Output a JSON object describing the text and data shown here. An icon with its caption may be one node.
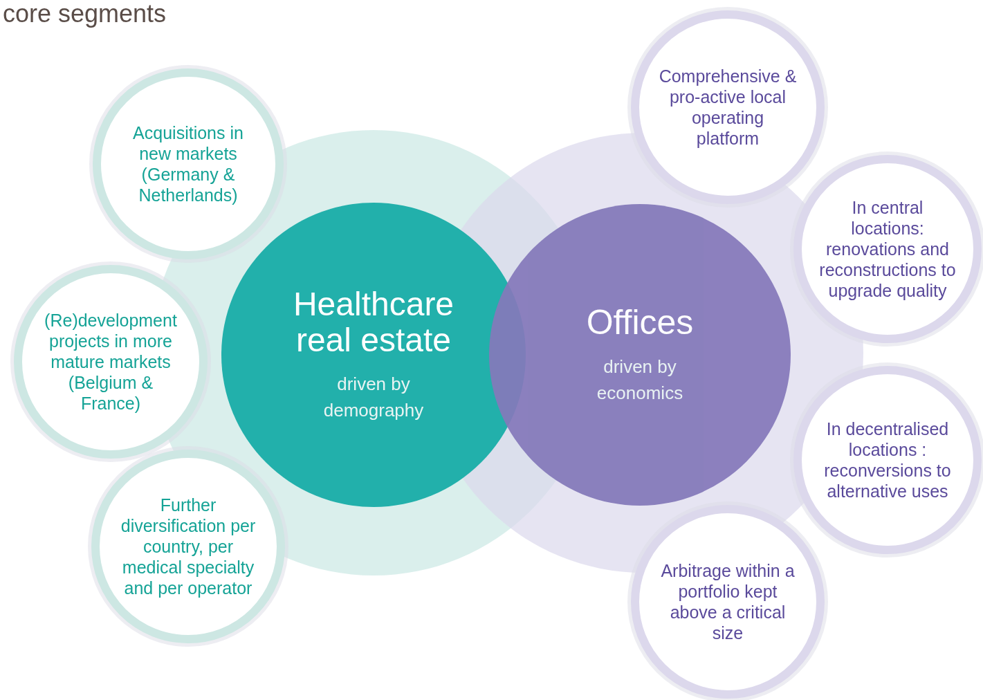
{
  "diagram": {
    "title": "core segments",
    "nodes": [
      {
        "text": [
          "Healthcare real estate",
          "driven by demography"
        ]
      },
      {
        "text": [
          "Offices",
          "driven by economics"
        ]
      },
      {
        "text": [
          "Acquisitions in new markets (Germany & Netherlands)"
        ]
      },
      {
        "text": [
          "(Re)development projects in more mature markets (Belgium & France)"
        ]
      },
      {
        "text": [
          "Further diversification per country, per medical specialty and per operator"
        ]
      },
      {
        "text": [
          "Comprehensive & pro-active local operating platform"
        ]
      },
      {
        "text": [
          "In central locations: renovations and reconstructions to upgrade quality"
        ]
      },
      {
        "text": [
          "In decentralised locations : reconversions to alternative uses"
        ]
      },
      {
        "text": [
          "Arbitrage within a portfolio kept above a critical size"
        ]
      }
    ]
  }
}
